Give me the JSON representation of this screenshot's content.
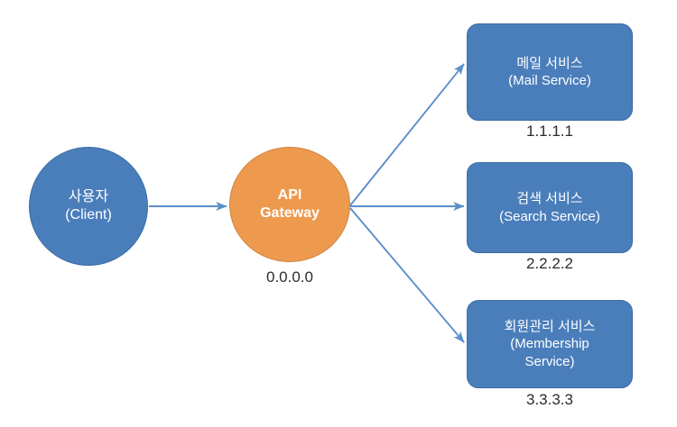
{
  "diagram": {
    "title": "API Gateway microservice routing diagram",
    "background_color": "#ffffff",
    "colors": {
      "client_fill": "#4a7ebb",
      "client_stroke": "#3b6ca3",
      "gateway_fill": "#ed9a4f",
      "gateway_stroke": "#cf8340",
      "service_fill": "#4a7ebb",
      "service_stroke": "#3b6ca3",
      "edge_stroke": "#5b8fc9",
      "node_text": "#ffffff",
      "caption_text": "#2b2b2b"
    },
    "nodes": {
      "client": {
        "shape": "circle",
        "name_ko": "사용자",
        "name_en": "(Client)"
      },
      "gateway": {
        "shape": "circle",
        "name_line1": "API",
        "name_line2": "Gateway",
        "ip": "0.0.0.0"
      },
      "mail": {
        "shape": "rounded-rect",
        "name_ko": "메일 서비스",
        "name_en": "(Mail Service)",
        "ip": "1.1.1.1"
      },
      "search": {
        "shape": "rounded-rect",
        "name_ko": "검색 서비스",
        "name_en": "(Search Service)",
        "ip": "2.2.2.2"
      },
      "membership": {
        "shape": "rounded-rect",
        "name_ko": "회원관리 서비스",
        "name_en": "(Membership",
        "name_en2": "Service)",
        "ip": "3.3.3.3"
      }
    },
    "edges": [
      {
        "id": "client-to-gateway",
        "from": "client",
        "to": "gateway",
        "style": "arrow"
      },
      {
        "id": "gateway-to-mail",
        "from": "gateway",
        "to": "mail",
        "style": "arrow"
      },
      {
        "id": "gateway-to-search",
        "from": "gateway",
        "to": "search",
        "style": "arrow"
      },
      {
        "id": "gateway-to-membership",
        "from": "gateway",
        "to": "membership",
        "style": "arrow"
      }
    ]
  }
}
